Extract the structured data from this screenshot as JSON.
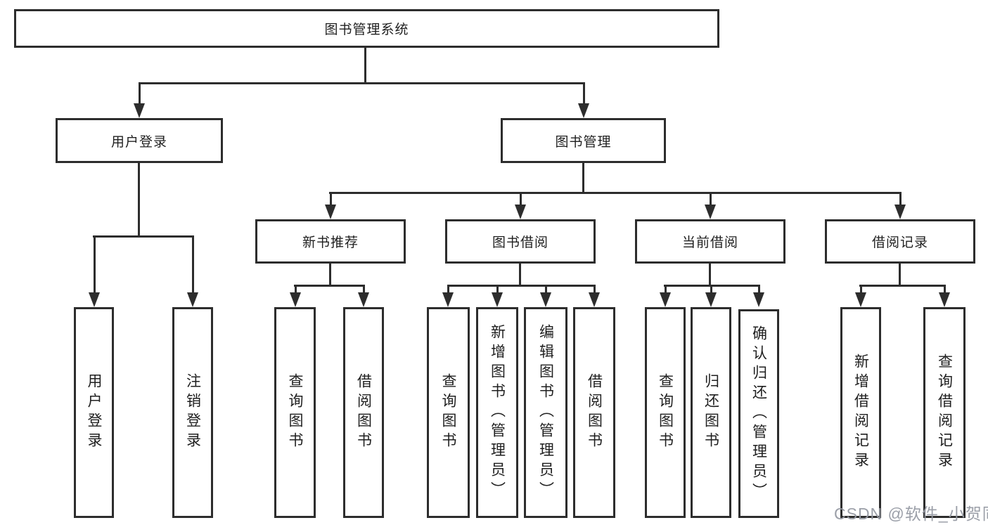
{
  "nodes": {
    "root": "图书管理系统",
    "level2": {
      "user_login": "用户登录",
      "book_management": "图书管理"
    },
    "level3": {
      "new_book_recommend": "新书推荐",
      "book_borrow": "图书借阅",
      "current_borrow": "当前借阅",
      "borrow_records": "借阅记录"
    },
    "leaves": {
      "user_login": "用户登录",
      "logout": "注销登录",
      "recommend_query_book": "查询图书",
      "recommend_borrow_book": "借阅图书",
      "borrow_query_book": "查询图书",
      "borrow_add_book": "新增图书（管理员）",
      "borrow_edit_book": "编辑图书（管理员）",
      "borrow_borrow_book": "借阅图书",
      "current_query_book": "查询图书",
      "current_return_book": "归还图书",
      "current_confirm_return": "确认归还（管理员）",
      "records_add_record": "新增借阅记录",
      "records_query_record": "查询借阅记录"
    }
  },
  "watermark": "CSDN @软件_小贺同学",
  "colors": {
    "line": "#2d2d2d",
    "text": "#1f1f1f",
    "background": "#ffffff",
    "watermark": "#9b9ea6"
  }
}
